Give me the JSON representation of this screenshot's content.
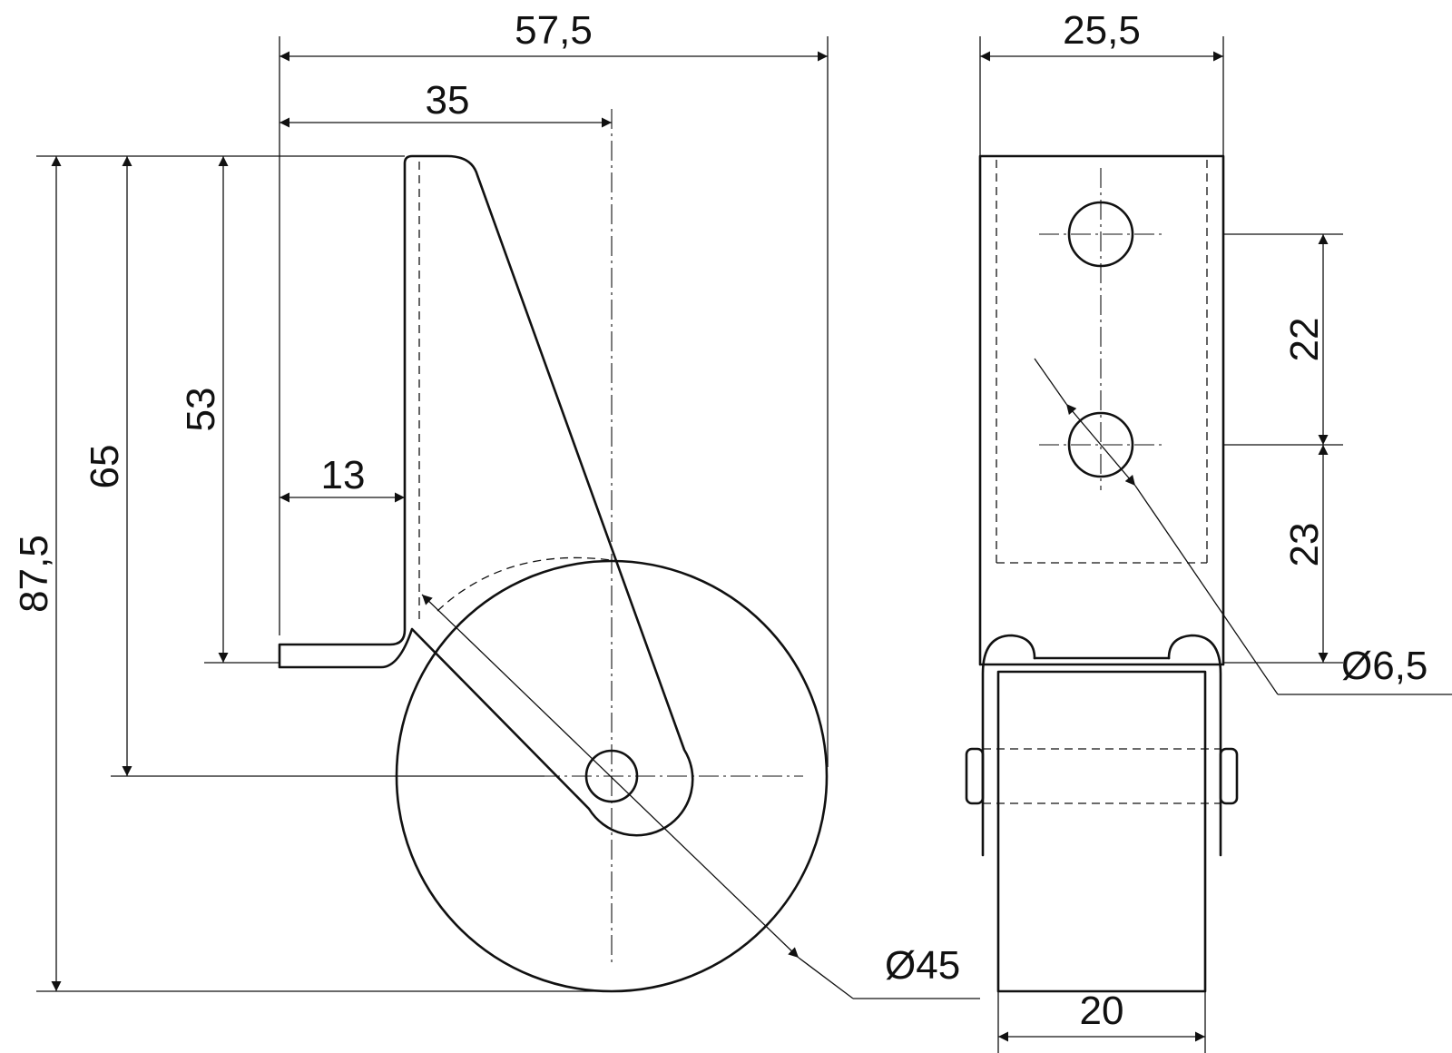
{
  "dimensions": {
    "overall_width": "57,5",
    "axle_offset": "35",
    "plate_offset": "13",
    "top_width": "25,5",
    "total_height": "87,5",
    "axle_height": "65",
    "plate_height": "53",
    "hole_spacing": "22",
    "hole_to_base": "23",
    "hole_diameter": "Ø6,5",
    "wheel_diameter": "Ø45",
    "wheel_width": "20"
  }
}
